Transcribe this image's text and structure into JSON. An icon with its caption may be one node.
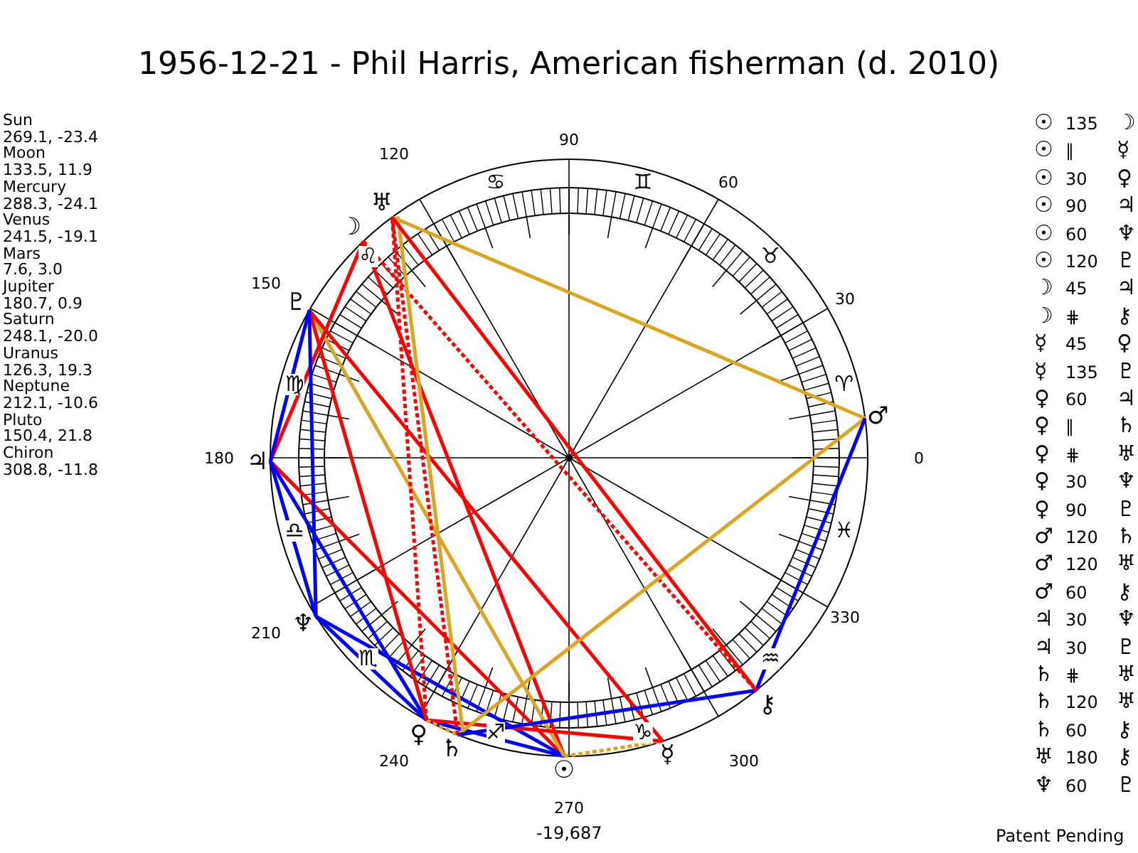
{
  "diagram": {
    "title": "1956-12-21 - Phil Harris, American fisherman (d. 2010)",
    "nodes": [
      {
        "text": [
          "☉"
        ]
      },
      {
        "text": [
          "☽"
        ]
      },
      {
        "text": [
          "☿"
        ]
      },
      {
        "text": [
          "♀"
        ]
      },
      {
        "text": [
          "♂"
        ]
      },
      {
        "text": [
          "♃"
        ]
      },
      {
        "text": [
          "♄"
        ]
      },
      {
        "text": [
          "♅"
        ]
      },
      {
        "text": [
          "♆"
        ]
      },
      {
        "text": [
          "♇"
        ]
      },
      {
        "text": [
          "⚷"
        ]
      }
    ],
    "edges": [
      {
        "from": 0,
        "to": 1,
        "arrow": "none"
      },
      {
        "from": 0,
        "to": 2,
        "arrow": "none",
        "style": "dashed",
        "color": "#daa520"
      },
      {
        "from": 0,
        "to": 3,
        "arrow": "none",
        "color": "#0000ff"
      },
      {
        "from": 0,
        "to": 5,
        "arrow": "none"
      },
      {
        "from": 0,
        "to": 8,
        "arrow": "none",
        "color": "#0000ff"
      },
      {
        "from": 0,
        "to": 9,
        "arrow": "none",
        "color": "#daa520"
      },
      {
        "from": 1,
        "to": 5,
        "arrow": "none"
      },
      {
        "from": 1,
        "to": 10,
        "arrow": "none",
        "style": "dashed"
      },
      {
        "from": 2,
        "to": 3,
        "arrow": "none"
      },
      {
        "from": 2,
        "to": 9,
        "arrow": "none"
      },
      {
        "from": 3,
        "to": 5,
        "arrow": "none",
        "color": "#0000ff"
      },
      {
        "from": 3,
        "to": 6,
        "arrow": "none",
        "style": "dashed",
        "color": "#daa520"
      },
      {
        "from": 3,
        "to": 7,
        "arrow": "none",
        "style": "dashed"
      },
      {
        "from": 3,
        "to": 8,
        "arrow": "none",
        "color": "#0000ff"
      },
      {
        "from": 3,
        "to": 9,
        "arrow": "none"
      },
      {
        "from": 4,
        "to": 6,
        "arrow": "none",
        "color": "#daa520"
      },
      {
        "from": 4,
        "to": 7,
        "arrow": "none",
        "color": "#daa520"
      },
      {
        "from": 4,
        "to": 10,
        "arrow": "none",
        "color": "#0000ff"
      },
      {
        "from": 5,
        "to": 8,
        "arrow": "none",
        "color": "#0000ff"
      },
      {
        "from": 5,
        "to": 9,
        "arrow": "none",
        "color": "#0000ff"
      },
      {
        "from": 6,
        "to": 7,
        "arrow": "none",
        "style": "dashed"
      },
      {
        "from": 6,
        "to": 7,
        "arrow": "none",
        "color": "#daa520"
      },
      {
        "from": 6,
        "to": 10,
        "arrow": "none",
        "color": "#0000ff"
      },
      {
        "from": 7,
        "to": 10,
        "arrow": "none"
      },
      {
        "from": 8,
        "to": 9,
        "arrow": "none",
        "color": "#0000ff"
      }
    ],
    "labels": [
      "Sun",
      "269.1, -23.4",
      "Moon",
      "133.5, 11.9",
      "Mercury",
      "288.3, -24.1",
      "Venus",
      "241.5, -19.1",
      "Mars",
      "7.6, 3.0",
      "Jupiter",
      "180.7, 0.9",
      "Saturn",
      "248.1, -20.0",
      "Uranus",
      "126.3, 19.3",
      "Neptune",
      "212.1, -10.6",
      "Pluto",
      "150.4, 21.8",
      "Chiron",
      "308.8, -11.8",
      "☉ 135 ☽",
      "☉ ∥ ☿",
      "☉ 30 ♀",
      "☉ 90 ♃",
      "☉ 60 ♆",
      "☉ 120 ♇",
      "☽ 45 ♃",
      "☽ ⋕ ⚷",
      "☿ 45 ♀",
      "☿ 135 ♇",
      "♀ 60 ♃",
      "♀ ∥ ♄",
      "♀ ⋕ ♅",
      "♀ 30 ♆",
      "♀ 90 ♇",
      "♂ 120 ♄",
      "♂ 120 ♅",
      "♂ 60 ⚷",
      "♃ 30 ♆",
      "♃ 30 ♇",
      "♄ ⋕ ♅",
      "♄ 120 ♅",
      "♄ 60 ⚷",
      "♅ 180 ⚷",
      "♆ 60 ♇",
      "0",
      "30",
      "60",
      "90",
      "120",
      "150",
      "180",
      "210",
      "240",
      "270",
      "300",
      "330",
      "♈",
      "♉",
      "♊",
      "♋",
      "♌",
      "♍",
      "♎",
      "♏",
      "♐",
      "♑",
      "♒",
      "♓",
      "-19,687",
      "Patent Pending"
    ]
  }
}
